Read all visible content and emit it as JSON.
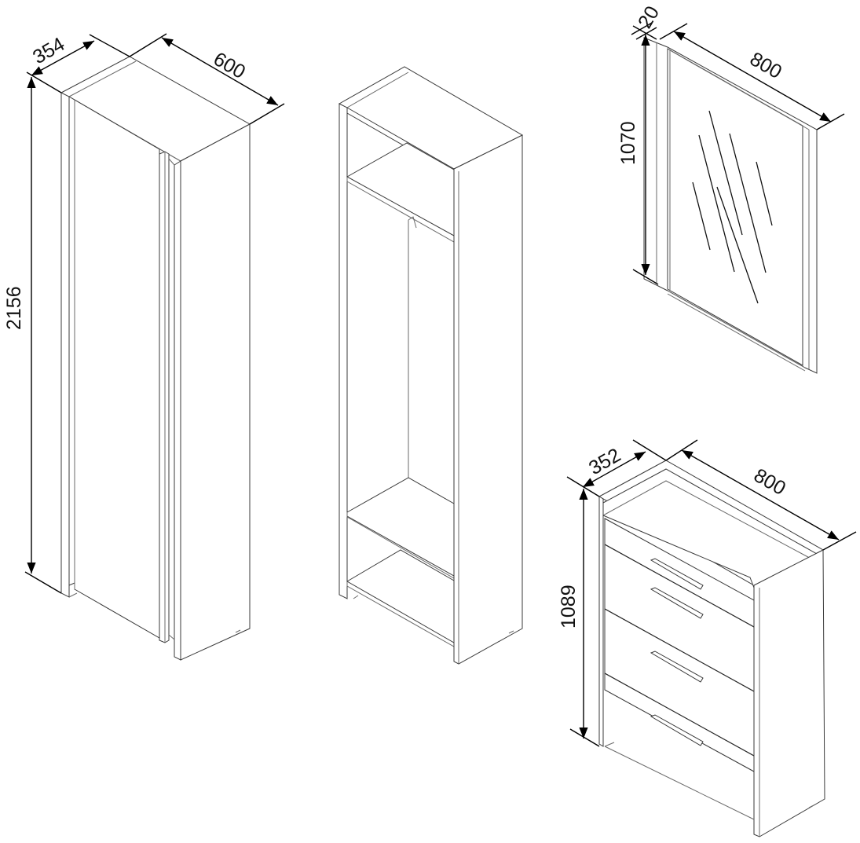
{
  "drawing": {
    "units": "mm",
    "line_color": "#2a2a2a",
    "background": "#ffffff"
  },
  "wardrobe": {
    "depth": "354",
    "width": "600",
    "height": "2156"
  },
  "open_unit": {
    "shelves": 4
  },
  "mirror": {
    "thickness": "20",
    "width": "800",
    "height": "1070"
  },
  "chest_of_drawers": {
    "depth": "352",
    "width": "800",
    "height": "1089",
    "drawers": 4
  }
}
